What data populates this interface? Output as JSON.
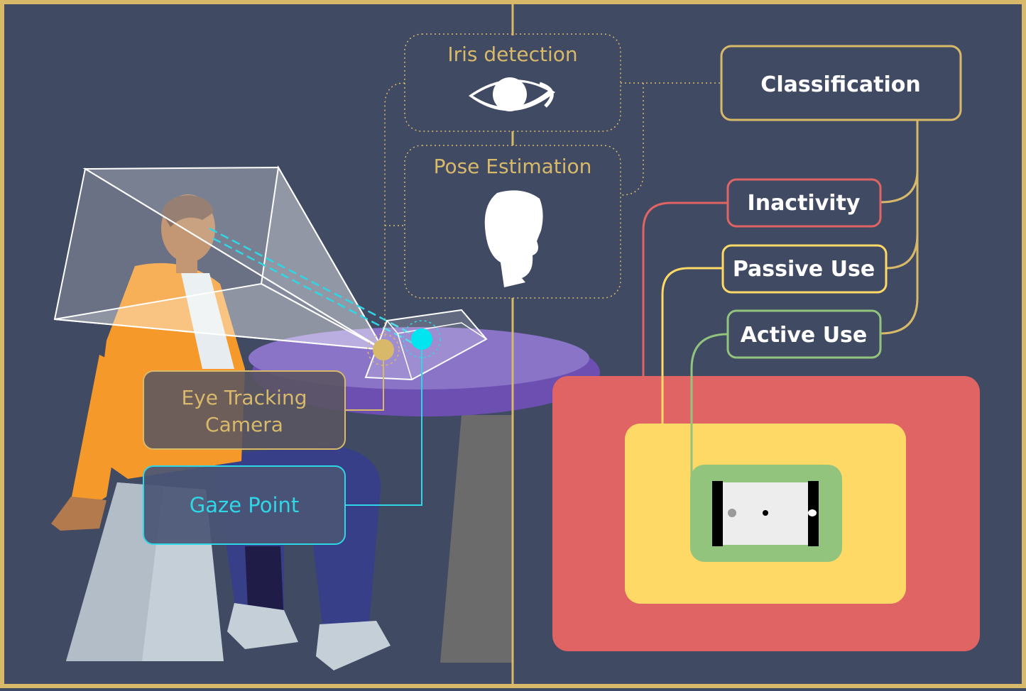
{
  "modules": {
    "iris": "Iris detection",
    "pose": "Pose Estimation"
  },
  "classification": {
    "title": "Classification",
    "classes": [
      "Inactivity",
      "Passive Use",
      "Active Use"
    ]
  },
  "callouts": {
    "camera_line1": "Eye Tracking",
    "camera_line2": "Camera",
    "gaze": "Gaze Point"
  },
  "colors": {
    "background": "#404a63",
    "gold": "#d8b96a",
    "cyan": "#2fd6e6",
    "inactivity": "#e06464",
    "passive": "#ffd966",
    "active": "#93c47d"
  }
}
